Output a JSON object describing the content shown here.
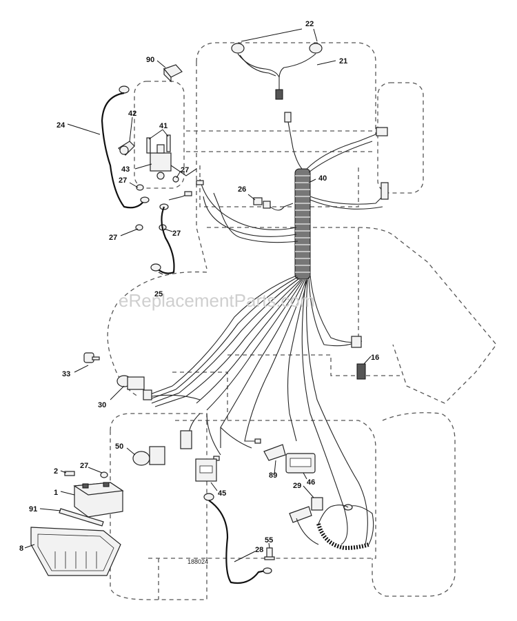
{
  "watermark": "eReplacementParts.com",
  "drawing_number": "188024",
  "labels": {
    "p1": "1",
    "p2": "2",
    "p8": "8",
    "p16": "16",
    "p21": "21",
    "p22": "22",
    "p24": "24",
    "p25": "25",
    "p26": "26",
    "p27a": "27",
    "p27b": "27",
    "p27c": "27",
    "p27d": "27",
    "p27e": "27",
    "p28": "28",
    "p29": "29",
    "p30": "30",
    "p33": "33",
    "p40": "40",
    "p41": "41",
    "p42": "42",
    "p43": "43",
    "p45": "45",
    "p46": "46",
    "p50": "50",
    "p55": "55",
    "p89": "89",
    "p90": "90",
    "p91": "91"
  }
}
